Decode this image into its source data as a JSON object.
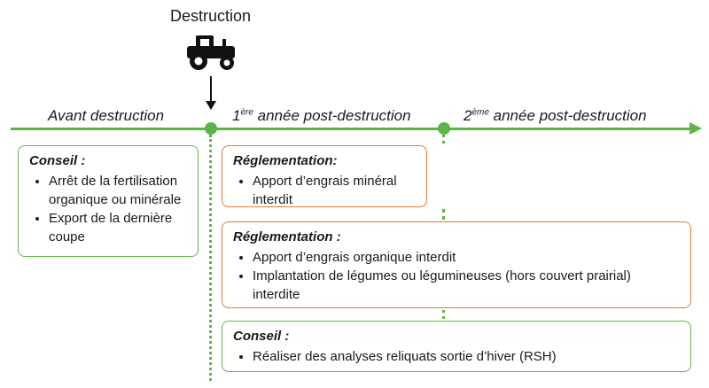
{
  "destruction_title": "Destruction",
  "phases": {
    "before": "Avant destruction",
    "year1_ordinal": "1",
    "year1_sup": "ère",
    "year1_text": " année post-destruction",
    "year2_ordinal": "2",
    "year2_sup": "ème",
    "year2_text": " année post-destruction"
  },
  "boxes": {
    "conseil_avant": {
      "title": "Conseil :",
      "items": [
        "Arrêt de la fertilisation organique ou minérale",
        "Export de la dernière coupe"
      ]
    },
    "reglementation_1": {
      "title": "Réglementation:",
      "items": [
        "Apport d’engrais minéral interdit"
      ]
    },
    "reglementation_2": {
      "title": "Réglementation :",
      "items": [
        "Apport d’engrais organique interdit",
        "Implantation de légumes ou légumineuses (hors couvert prairial) interdite"
      ]
    },
    "conseil_apres": {
      "title": "Conseil :",
      "items": [
        "Réaliser des analyses reliquats sortie d’hiver (RSH)"
      ]
    }
  },
  "colors": {
    "green": "#5cb547",
    "orange": "#e07b39"
  },
  "icons": [
    "tractor-icon",
    "down-arrow-icon"
  ]
}
